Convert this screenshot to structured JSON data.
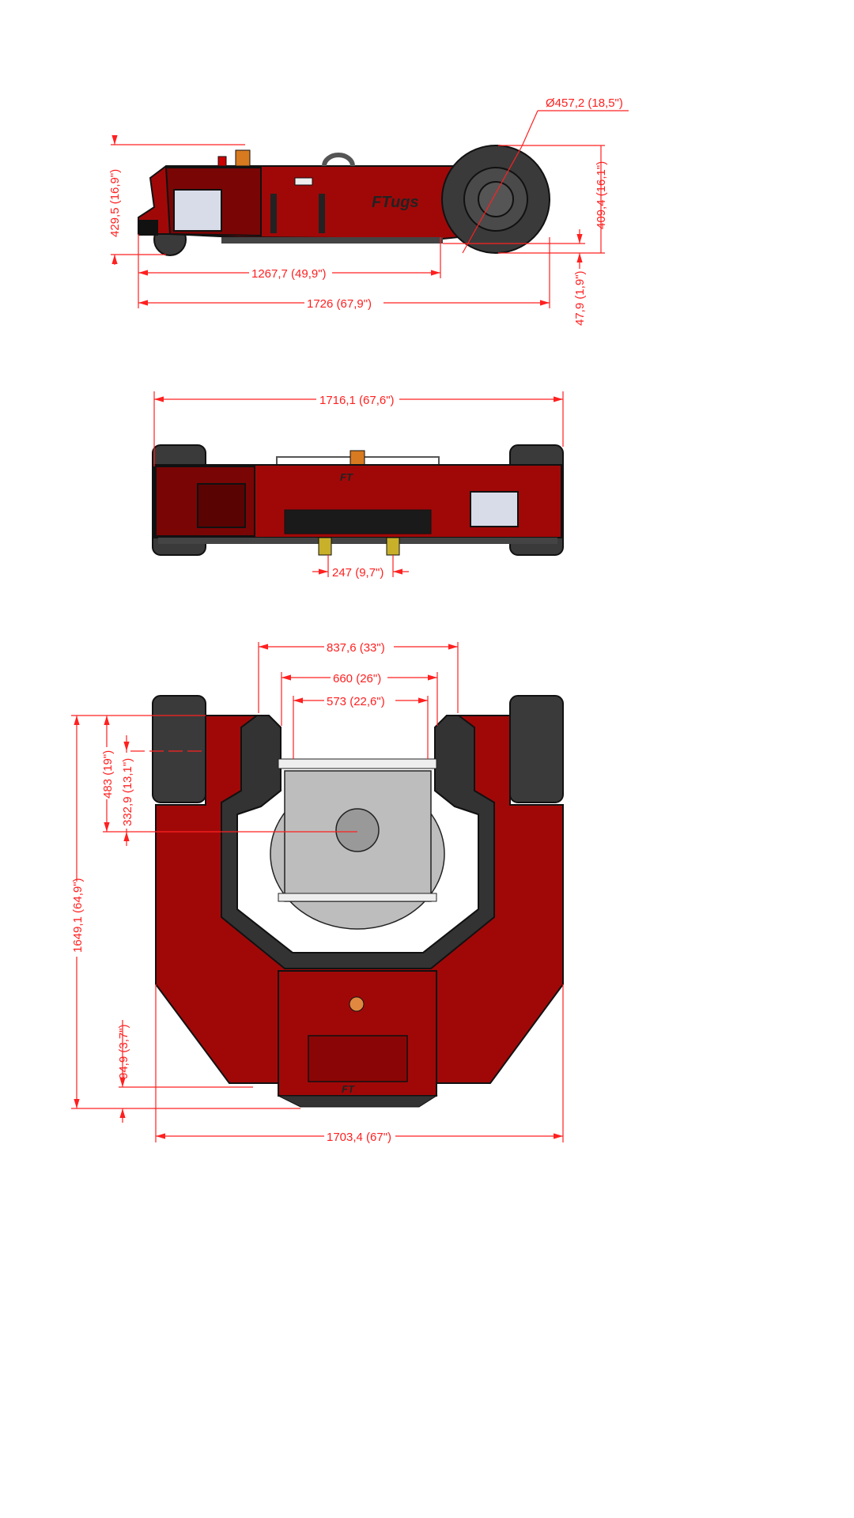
{
  "brand": {
    "logo_text": "FTugs",
    "logo_short": "FT"
  },
  "colors": {
    "dimension": "#ff2020",
    "body": "#a00808",
    "tire": "#3a3a3a"
  },
  "side_view": {
    "wheel_diameter": "Ø457,2 (18,5\")",
    "overall_height": "429,5 (16,9\")",
    "wheel_height": "409,4 (16,1\")",
    "ground_clearance": "47,9 (1,9\")",
    "wheelbase": "1267,7 (49,9\")",
    "overall_length": "1726 (67,9\")"
  },
  "front_view": {
    "overall_width": "1716,1 (67,6\")",
    "caster_spacing": "247 (9,7\")"
  },
  "top_view": {
    "opening_outer": "837,6 (33\")",
    "opening_mid": "660 (26\")",
    "opening_inner": "573 (22,6\")",
    "total_length": "1649,1 (64,9\")",
    "dim_483": "483 (19\")",
    "dim_332": "332,9 (13,1\")",
    "dim_94": "94,9 (3,7\")",
    "total_width": "1703,4 (67\")"
  }
}
